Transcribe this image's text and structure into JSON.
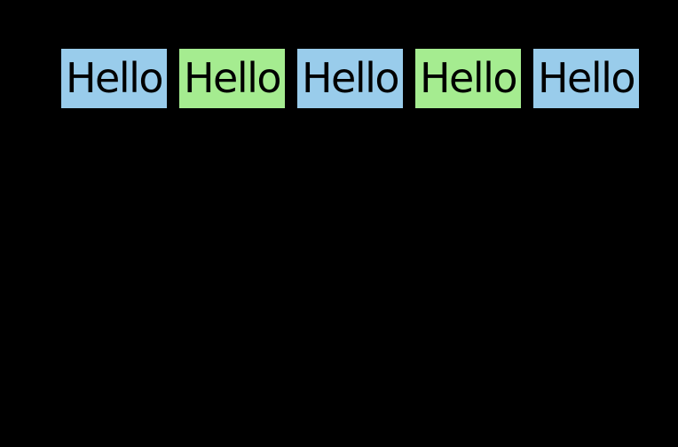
{
  "colors": {
    "background": "#000000",
    "text": "#000000",
    "blue": "#99cceb",
    "green": "#a5ec90"
  },
  "words": [
    {
      "text": "Hello",
      "color": "#99cceb"
    },
    {
      "text": "Hello",
      "color": "#a5ec90"
    },
    {
      "text": "Hello",
      "color": "#99cceb"
    },
    {
      "text": "Hello",
      "color": "#a5ec90"
    },
    {
      "text": "Hello",
      "color": "#99cceb"
    }
  ]
}
